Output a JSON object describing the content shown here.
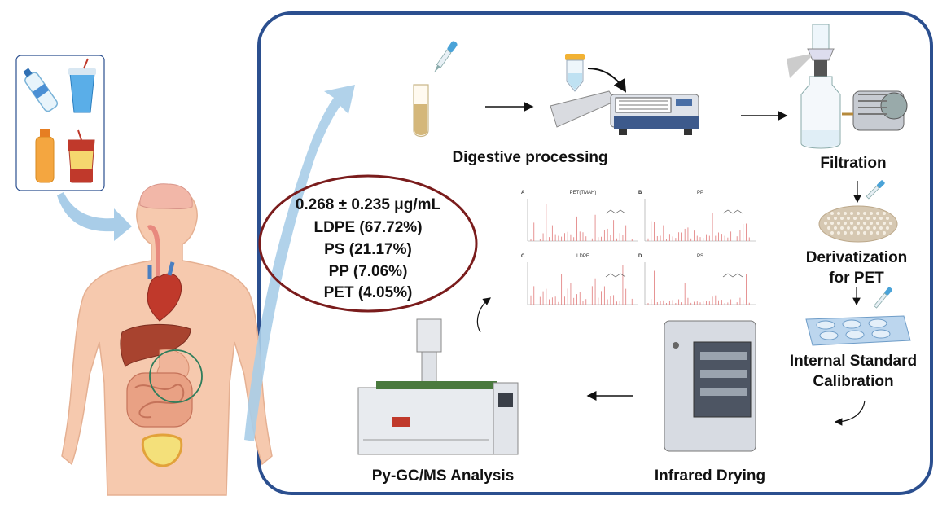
{
  "steps": {
    "digestive": "Digestive processing",
    "filtration": "Filtration",
    "derivatization_line1": "Derivatization",
    "derivatization_line2": "for PET",
    "calibration_line1": "Internal Standard",
    "calibration_line2": "Calibration",
    "drying": "Infrared Drying",
    "analysis": "Py-GC/MS Analysis"
  },
  "results": {
    "concentration": "0.268 ± 0.235 μg/mL",
    "items": [
      "LDPE (67.72%)",
      "PS (21.17%)",
      "PP (7.06%)",
      "PET (4.05%)"
    ]
  },
  "chromatograms": {
    "panels": [
      {
        "letter": "A",
        "title": "PET(TMAH)"
      },
      {
        "letter": "B",
        "title": "PP"
      },
      {
        "letter": "C",
        "title": "LDPE"
      },
      {
        "letter": "D",
        "title": "PS"
      }
    ]
  },
  "colors": {
    "frame": "#2b4f8f",
    "ellipse": "#7a1c1c",
    "arrow_blue": "#a9cde8",
    "skin": "#f6c9ae",
    "peaks": "#e07a7a"
  }
}
